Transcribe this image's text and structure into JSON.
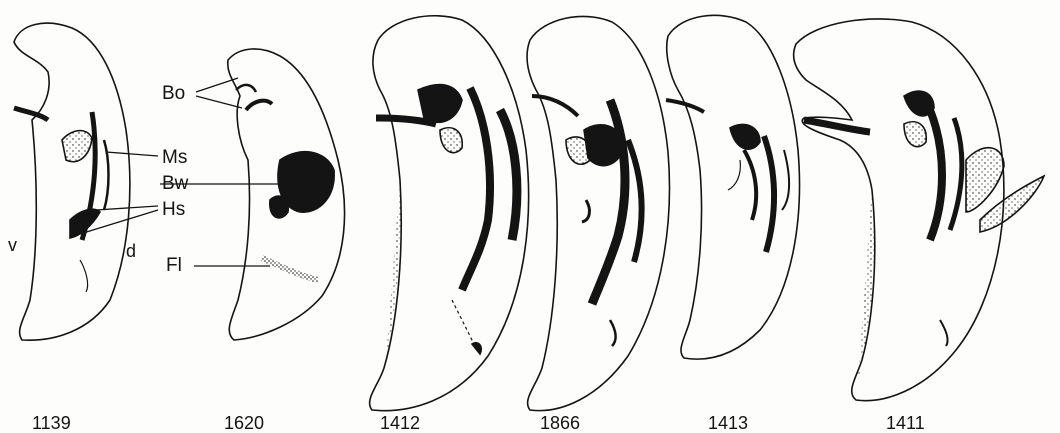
{
  "labels": {
    "bo": "Bo",
    "ms": "Ms",
    "bw": "Bw",
    "hs": "Hs",
    "fl": "Fl",
    "v": "v",
    "d": "d"
  },
  "specimens": [
    "1139",
    "1620",
    "1412",
    "1866",
    "1413",
    "1411"
  ],
  "colors": {
    "ink": "#141414",
    "paper": "#fdfdfb"
  }
}
